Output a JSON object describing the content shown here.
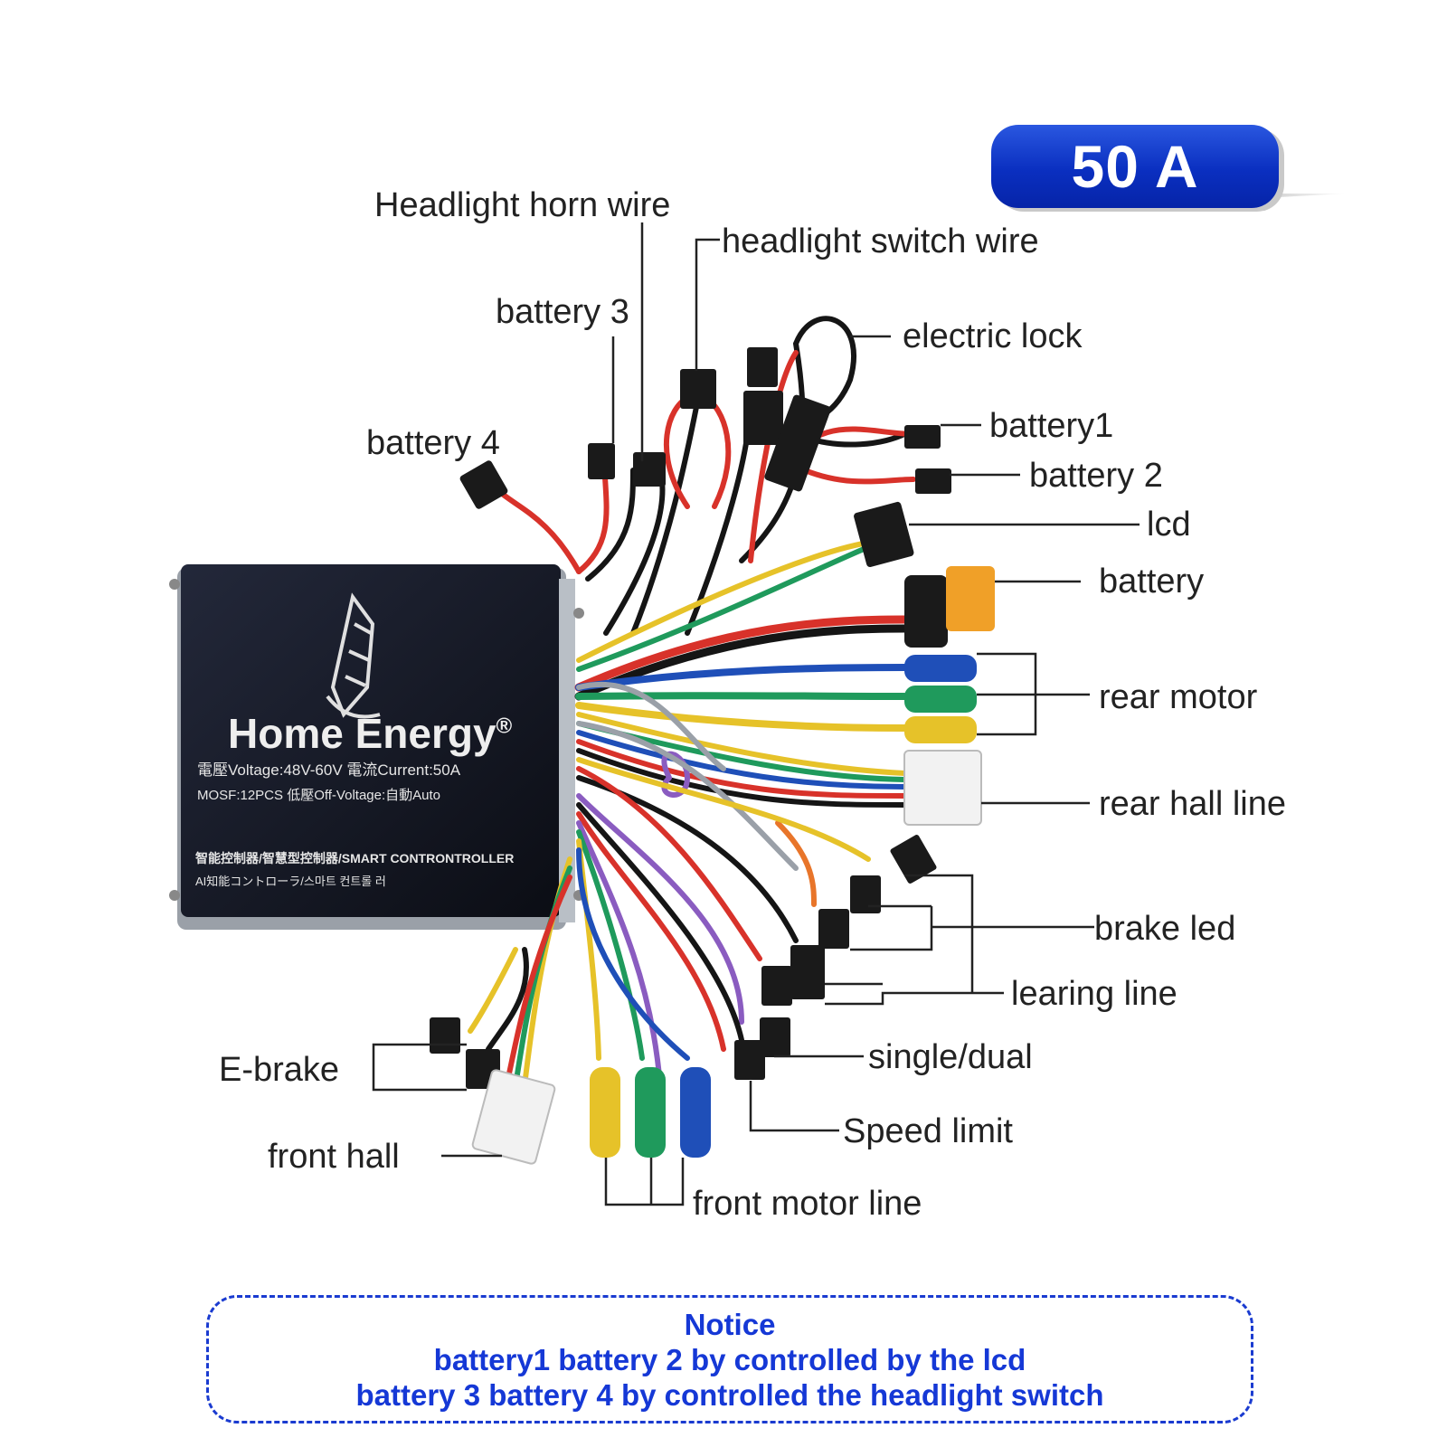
{
  "badge": {
    "text": "50 A"
  },
  "controller": {
    "brand": "Home Energy",
    "registered_mark": "®",
    "spec_line1": "電壓Voltage:48V-60V 電流Current:50A",
    "spec_line2": "MOSF:12PCS    低壓Off-Voltage:自動Auto",
    "type_line1": "智能控制器/智慧型控制器/SMART CONTRONTROLLER",
    "type_line2": "AI知能コントローラ/스마트 컨트롤 러"
  },
  "labels": {
    "headlight_horn_wire": "Headlight horn wire",
    "headlight_switch_wire": "headlight switch wire",
    "battery3": "battery 3",
    "electric_lock": "electric lock",
    "battery4": "battery 4",
    "battery1": "battery1",
    "battery2": "battery 2",
    "lcd": "lcd",
    "battery": "battery",
    "rear_motor": "rear motor",
    "rear_hall_line": "rear hall line",
    "brake_led": "brake led",
    "learing_line": "learing line",
    "single_dual": "single/dual",
    "speed_limit": "Speed limit",
    "e_brake": "E-brake",
    "front_hall": "front hall",
    "front_motor_line": "front motor line"
  },
  "notice": {
    "title": "Notice",
    "line1": "battery1 battery 2 by controlled by the lcd",
    "line2": "battery 3 battery 4 by controlled the headlight switch"
  },
  "colors": {
    "badge_blue": "#0a2fc0",
    "notice_blue": "#1538d6",
    "controller_body": "#161a24",
    "wire_red": "#d8322a",
    "wire_yellow": "#e6c229",
    "wire_green": "#1f9a5c",
    "wire_blue": "#1f4fb8",
    "wire_purple": "#8a5cc0",
    "wire_black": "#151515",
    "wire_gray": "#9aa0a8",
    "wire_orange": "#e8752a"
  }
}
